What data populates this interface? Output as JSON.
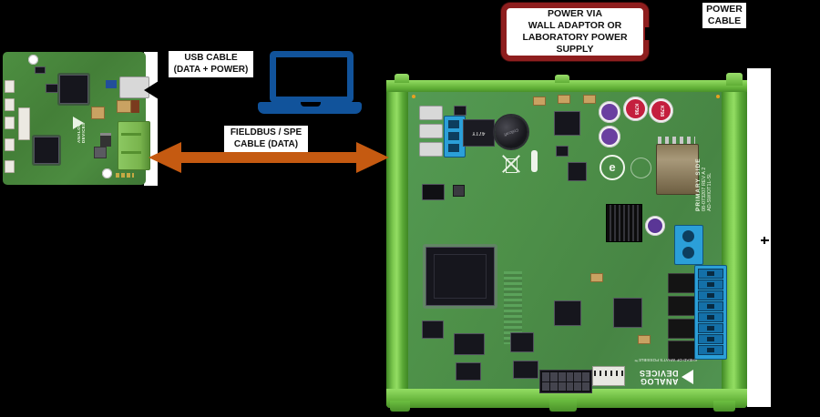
{
  "scene": {
    "background_color": "#000000"
  },
  "annotations": {
    "usb_cable_label": {
      "line1": "USB CABLE",
      "line2": "(DATA + POWER)"
    },
    "fieldbus_label": {
      "line1": "FIELDBUS / SPE",
      "line2": "CABLE (DATA)"
    },
    "power_supply_callout": {
      "line1": "POWER VIA",
      "line2": "WALL ADAPTOR OR",
      "line3": "LABORATORY POWER",
      "line4": "SUPPLY"
    },
    "power_cable_label": {
      "line1": "POWER",
      "line2": "CABLE"
    }
  },
  "colors": {
    "fieldbus_arrow": "#C55A11",
    "usb_arrow": "#000000",
    "laptop": "#11539B",
    "callout_border": "#8E1E1E",
    "din_rail_green": "#6FC048",
    "pcb_green": "#4E9149",
    "connector_blue": "#2B9FD8"
  },
  "left_board": {
    "brand_vertical": "ANALOG DEVICES"
  },
  "right_board": {
    "silkscreen_right_edge": {
      "line1": "PRIMARY SIDE",
      "line2": "08-073207 REV A 2",
      "line3": "AD-SWIOT1L-SL"
    },
    "brand": {
      "line1": "ANALOG",
      "line2": "DEVICES",
      "tagline": "AHEAD OF WHAT’S POSSIBLE™"
    },
    "component_markings": {
      "inductor": "47TY",
      "coil": "Coilcraft",
      "capacitor": "K798"
    }
  }
}
